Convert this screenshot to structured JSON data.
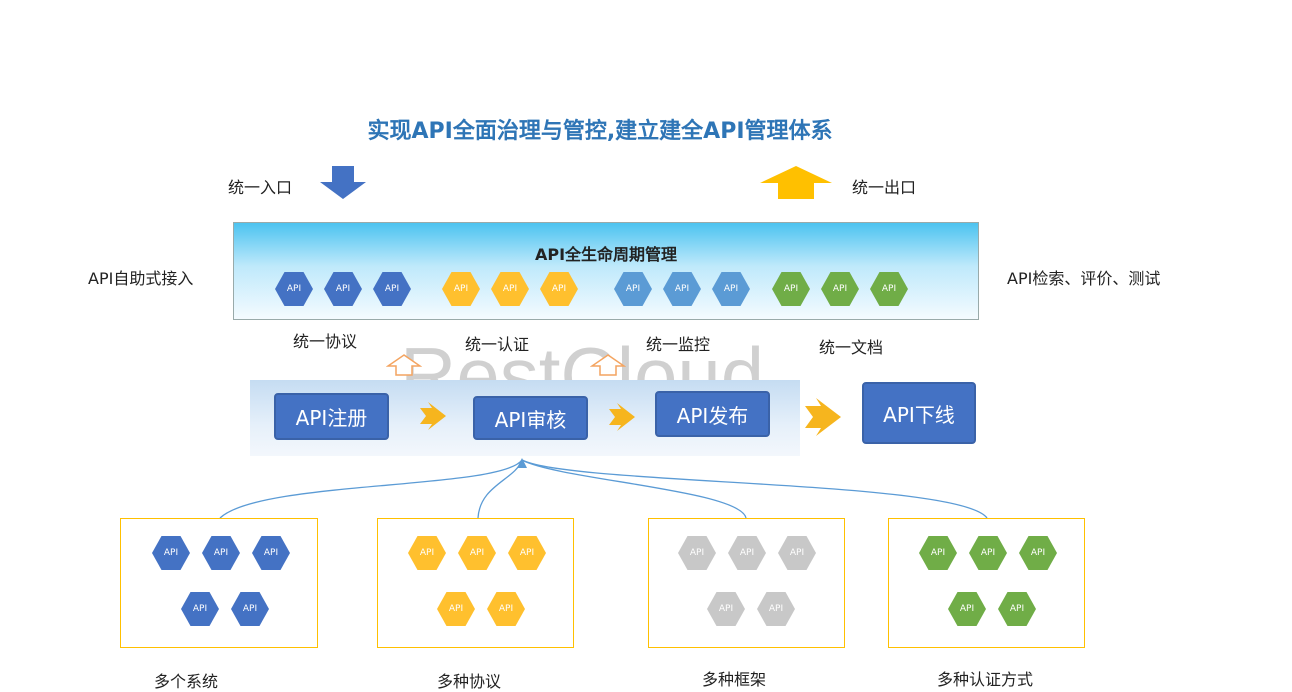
{
  "title": "实现API全面治理与管控,建立建全API管理体系",
  "entry_label": "统一入口",
  "exit_label": "统一出口",
  "left_label": "API自助式接入",
  "right_label": "API检索、评价、测试",
  "lifecycle": {
    "title": "API全生命周期管理",
    "groups": [
      {
        "label": "统一协议",
        "color": "#4472c4",
        "hex_text": "API",
        "count": 3
      },
      {
        "label": "统一认证",
        "color": "#ffc02e",
        "hex_text": "API",
        "count": 3
      },
      {
        "label": "统一监控",
        "color": "#5b9bd5",
        "hex_text": "API",
        "count": 3
      },
      {
        "label": "统一文档",
        "color": "#70ad47",
        "hex_text": "API",
        "count": 3
      }
    ]
  },
  "steps": [
    "API注册",
    "API审核",
    "API发布",
    "API下线"
  ],
  "sources": [
    {
      "label": "多个系统",
      "color": "#4472c4",
      "hex_text": "API",
      "count": 5
    },
    {
      "label": "多种协议",
      "color": "#ffc02e",
      "hex_text": "API",
      "count": 5
    },
    {
      "label": "多种框架",
      "color": "#c8c8c8",
      "hex_text": "API",
      "count": 5
    },
    {
      "label": "多种认证方式",
      "color": "#70ad47",
      "hex_text": "API",
      "count": 5
    }
  ],
  "watermark": "RestCloud",
  "colors": {
    "title": "#2e75b6",
    "down_arrow": "#4472c4",
    "up_arrow": "#ffc000",
    "step": "#4472c4",
    "box_border": "#ffc000",
    "connector": "#5b9bd5"
  }
}
